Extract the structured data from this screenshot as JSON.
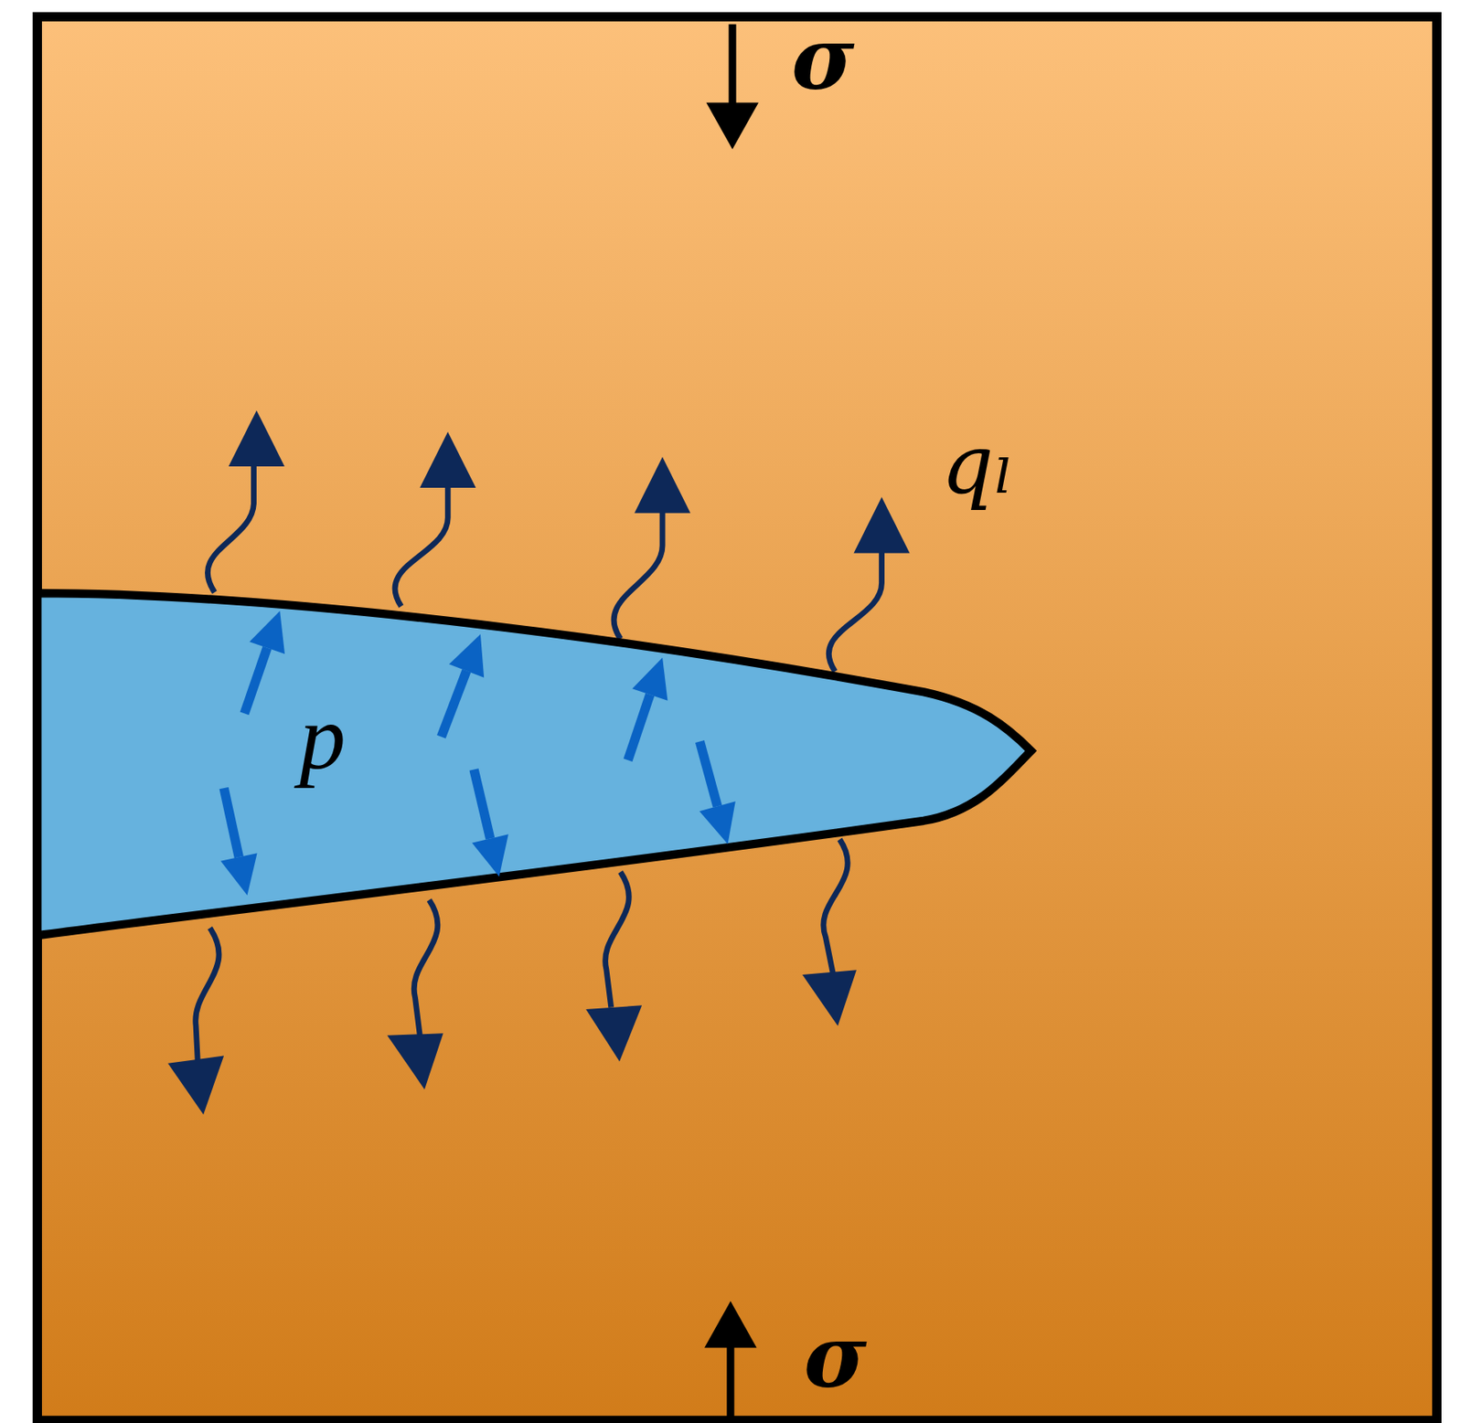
{
  "diagram": {
    "nodes": [
      {
        "text": [
          "p"
        ]
      }
    ],
    "labels": [
      "σ",
      "qₗ",
      "σ"
    ]
  }
}
